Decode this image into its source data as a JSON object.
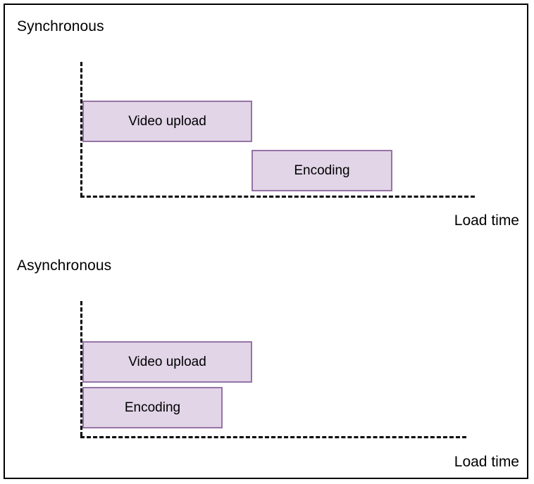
{
  "diagram": {
    "title_sync": "Synchronous",
    "title_async": "Asynchronous",
    "axis_label_sync": "Load time",
    "axis_label_async": "Load time",
    "colors": {
      "bar_fill": "#e1d5e7",
      "bar_stroke": "#9673a6",
      "line": "#000000",
      "text": "#000000",
      "background": "#ffffff"
    },
    "sections": [
      {
        "name": "synchronous",
        "title": "Synchronous",
        "axis_label": "Load time",
        "bars": [
          {
            "label": "Video upload",
            "row": 1,
            "start": 0,
            "end": 241
          },
          {
            "label": "Encoding",
            "row": 2,
            "start": 240,
            "end": 440
          }
        ]
      },
      {
        "name": "asynchronous",
        "title": "Asynchronous",
        "axis_label": "Load time",
        "bars": [
          {
            "label": "Video upload",
            "row": 1,
            "start": 0,
            "end": 241
          },
          {
            "label": "Encoding",
            "row": 2,
            "start": 0,
            "end": 199
          }
        ]
      }
    ]
  }
}
